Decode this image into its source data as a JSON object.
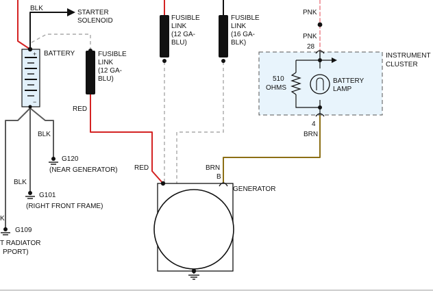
{
  "labels": {
    "blk_top": "BLK",
    "starter_1": "STARTER",
    "starter_2": "SOLENOID",
    "battery": "BATTERY",
    "battery_plus": "+",
    "battery_minus": "−",
    "fl1_1": "FUSIBLE",
    "fl1_2": "LINK",
    "fl1_3": "(12 GA-",
    "fl1_4": "BLU)",
    "fl2_1": "FUSIBLE",
    "fl2_2": "LINK",
    "fl2_3": "(12 GA-",
    "fl2_4": "BLU)",
    "fl3_1": "FUSIBLE",
    "fl3_2": "LINK",
    "fl3_3": "(16 GA-",
    "fl3_4": "BLK)",
    "red_left": "RED",
    "red_gen": "RED",
    "blk_g120": "BLK",
    "g120": "G120",
    "g120_desc": "(NEAR GENERATOR)",
    "blk_g101": "BLK",
    "g101": "G101",
    "g101_desc": "(RIGHT FRONT FRAME)",
    "blk_g109": "K",
    "g109": "G109",
    "g109_desc_1": "T RADIATOR",
    "g109_desc_2": "PPORT)",
    "pnk_top": "PNK",
    "pnk_mid": "PNK",
    "pin_28": "28",
    "cluster_1": "INSTRUMENT",
    "cluster_2": "CLUSTER",
    "res_1": "510",
    "res_2": "OHMS",
    "lamp_1": "BATTERY",
    "lamp_2": "LAMP",
    "pin_4": "4",
    "brn_right": "BRN",
    "brn_gen": "BRN",
    "term_b": "B",
    "generator": "GENERATOR"
  },
  "colors": {
    "red_wire": "#d42222",
    "pink_wire": "#f0a0a6",
    "brown_wire": "#8c6e14",
    "black_wire": "#111111",
    "gray_wire": "#5a5a5a",
    "dashed": "#a8a8a8",
    "cluster_fill": "#e8f4fc",
    "battery_fill": "#e2f0fa"
  }
}
